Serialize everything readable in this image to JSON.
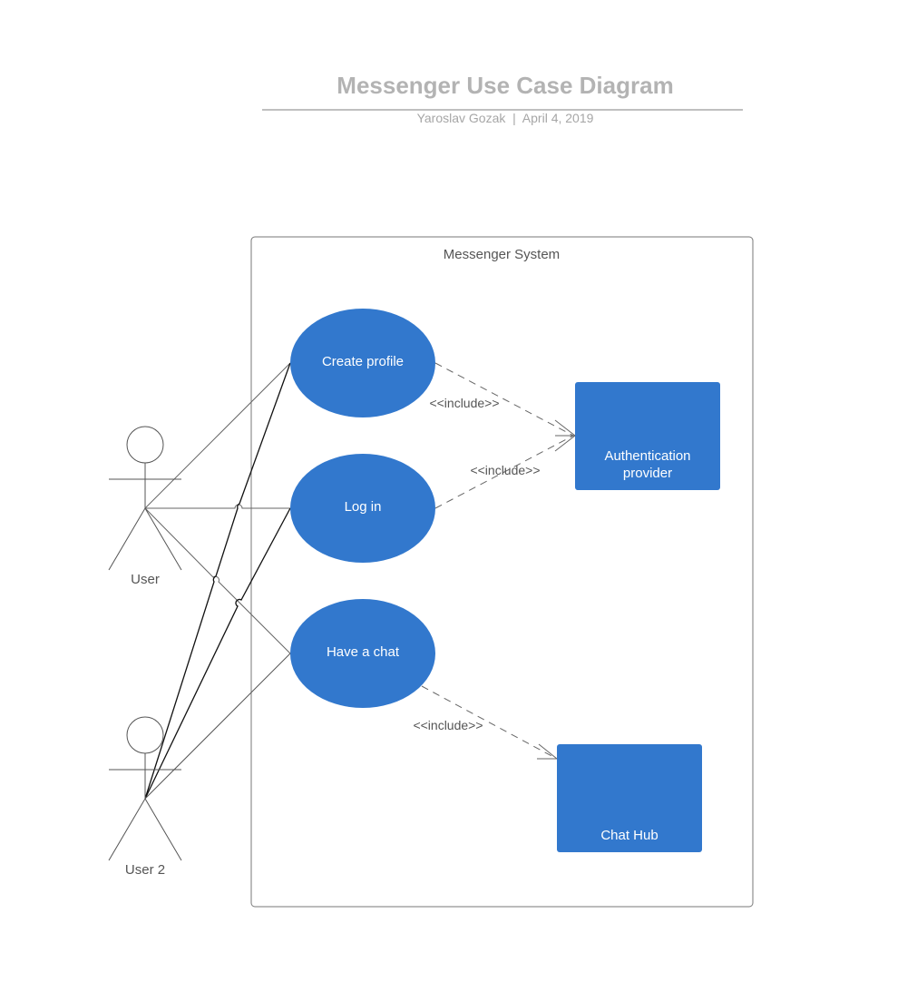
{
  "header": {
    "title": "Messenger Use Case Diagram",
    "subtitle": "Yaroslav Gozak  |  April 4, 2019"
  },
  "system": {
    "label": "Messenger System"
  },
  "actors": [
    {
      "id": "user",
      "label": "User"
    },
    {
      "id": "user2",
      "label": "User 2"
    }
  ],
  "use_cases": [
    {
      "id": "create-profile",
      "label": "Create profile"
    },
    {
      "id": "log-in",
      "label": "Log in"
    },
    {
      "id": "have-chat",
      "label": "Have a chat"
    }
  ],
  "components": [
    {
      "id": "auth-provider",
      "label_lines": [
        "Authentication",
        "provider"
      ]
    },
    {
      "id": "chat-hub",
      "label": "Chat Hub"
    }
  ],
  "relations": [
    {
      "from": "create-profile",
      "to": "auth-provider",
      "label": "<<include>>"
    },
    {
      "from": "log-in",
      "to": "auth-provider",
      "label": "<<include>>"
    },
    {
      "from": "have-chat",
      "to": "chat-hub",
      "label": "<<include>>"
    }
  ],
  "colors": {
    "use_case_fill": "#3278cd",
    "line": "#555555",
    "title": "#b3b3b3"
  }
}
